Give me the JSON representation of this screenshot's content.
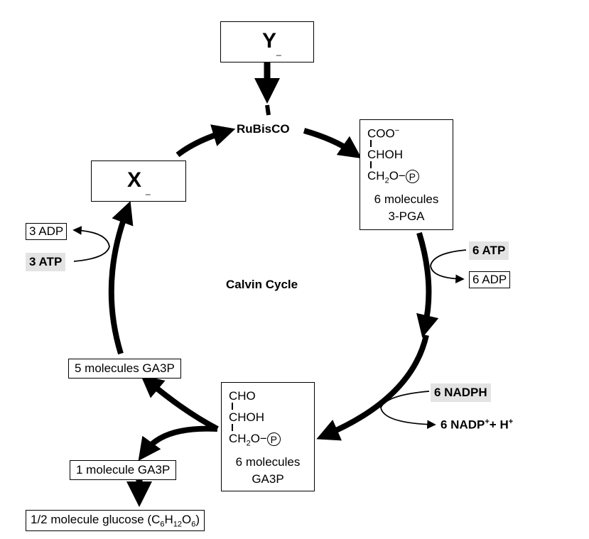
{
  "title": "Calvin Cycle",
  "enzyme": "RuBisCO",
  "box_y": {
    "letter": "Y",
    "blank": "_"
  },
  "box_x": {
    "letter": "X",
    "blank": "_"
  },
  "pga": {
    "line1": "COO",
    "line1_charge": "−",
    "line2": "CHOH",
    "line3_pre": "CH",
    "line3_sub": "2",
    "line3_post": "O−",
    "phosphate": "P",
    "count": "6 molecules",
    "name": "3-PGA"
  },
  "ga3p": {
    "line1": "CHO",
    "line2": "CHOH",
    "line3_pre": "CH",
    "line3_sub": "2",
    "line3_post": "O−",
    "phosphate": "P",
    "count": "6 molecules",
    "name": "GA3P"
  },
  "atp_right": "6 ATP",
  "adp_right": "6 ADP",
  "nadph": "6 NADPH",
  "nadp": {
    "a": "6 NADP",
    "sup1": "+",
    "b": "+ H",
    "sup2": "+"
  },
  "atp_left": "3 ATP",
  "adp_left": "3 ADP",
  "five_ga3p": "5 molecules GA3P",
  "one_ga3p": "1 molecule GA3P",
  "glucose": {
    "pre": "1/2 molecule glucose (C",
    "s1": "6",
    "m1": "H",
    "s2": "12",
    "m2": "O",
    "s3": "6",
    "post": ")"
  }
}
